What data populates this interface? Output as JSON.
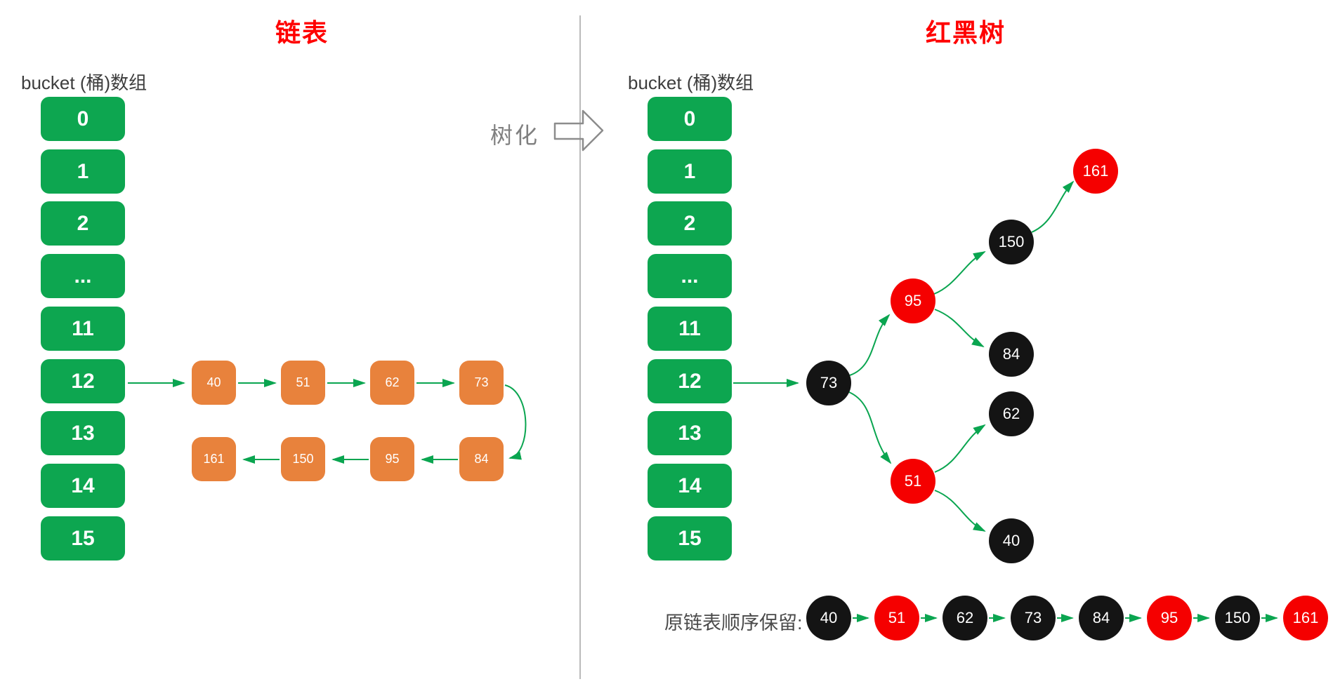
{
  "colors": {
    "bucket_green": "#0DA650",
    "arrow_green": "#0AA550",
    "chain_orange": "#E8823C",
    "node_red": "#F50000",
    "node_black": "#141414",
    "title_red": "#FF0000",
    "divider_gray": "#A3A3A3",
    "treeify_gray": "#808080"
  },
  "left": {
    "title": "链表",
    "bucket_label": "bucket (桶)数组",
    "buckets": [
      "0",
      "1",
      "2",
      "...",
      "11",
      "12",
      "13",
      "14",
      "15"
    ],
    "chain_row1": [
      "40",
      "51",
      "62",
      "73"
    ],
    "chain_row2": [
      "161",
      "150",
      "95",
      "84"
    ]
  },
  "middle": {
    "treeify_label": "树化"
  },
  "right": {
    "title": "红黑树",
    "bucket_label": "bucket (桶)数组",
    "buckets": [
      "0",
      "1",
      "2",
      "...",
      "11",
      "12",
      "13",
      "14",
      "15"
    ],
    "tree_nodes": [
      {
        "value": "73",
        "color": "black"
      },
      {
        "value": "95",
        "color": "red"
      },
      {
        "value": "150",
        "color": "black"
      },
      {
        "value": "161",
        "color": "red"
      },
      {
        "value": "84",
        "color": "black"
      },
      {
        "value": "62",
        "color": "black"
      },
      {
        "value": "51",
        "color": "red"
      },
      {
        "value": "40",
        "color": "black"
      }
    ],
    "order_label": "原链表顺序保留:",
    "order_nodes": [
      {
        "value": "40",
        "color": "black"
      },
      {
        "value": "51",
        "color": "red"
      },
      {
        "value": "62",
        "color": "black"
      },
      {
        "value": "73",
        "color": "black"
      },
      {
        "value": "84",
        "color": "black"
      },
      {
        "value": "95",
        "color": "red"
      },
      {
        "value": "150",
        "color": "black"
      },
      {
        "value": "161",
        "color": "red"
      }
    ]
  }
}
